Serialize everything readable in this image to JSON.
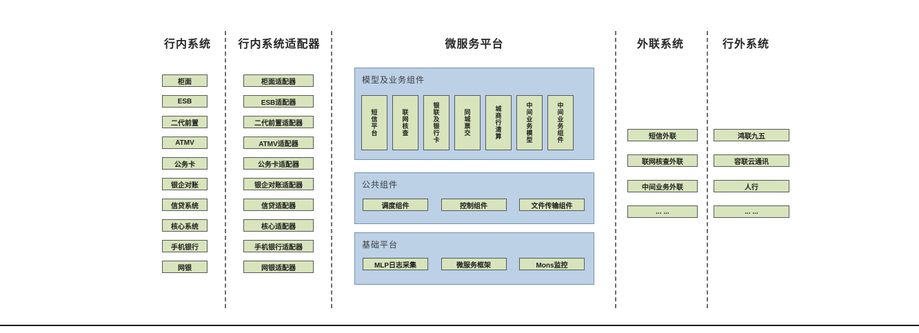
{
  "diagram": {
    "columns": {
      "internal": {
        "title": "行内系统",
        "items": [
          "柜面",
          "ESB",
          "二代前置",
          "ATMV",
          "公务卡",
          "银企对账",
          "信贷系统",
          "核心系统",
          "手机银行",
          "网银"
        ]
      },
      "adapters": {
        "title": "行内系统适配器",
        "items": [
          "柜面适配器",
          "ESB适配器",
          "二代前置适配器",
          "ATMV适配器",
          "公务卡适配器",
          "银企对账适配器",
          "信贷适配器",
          "核心适配器",
          "手机银行适配器",
          "网银适配器"
        ]
      },
      "microservice": {
        "title": "微服务平台",
        "sections": [
          {
            "label": "模型及业务组件",
            "items": [
              "短信平台",
              "联网核查",
              "银联及银行卡",
              "同城票交",
              "城商行清算",
              "中间业务模型",
              "中间业务组件"
            ]
          },
          {
            "label": "公共组件",
            "items": [
              "调度组件",
              "控制组件",
              "文件传输组件"
            ]
          },
          {
            "label": "基础平台",
            "items": [
              "MLP日志采集",
              "微服务框架",
              "Mons监控"
            ]
          }
        ]
      },
      "outreach": {
        "title": "外联系统",
        "items": [
          "短信外联",
          "联网核查外联",
          "中间业务外联",
          "... ..."
        ]
      },
      "external": {
        "title": "行外系统",
        "items": [
          "鸿联九五",
          "容联云通讯",
          "人行",
          "... ..."
        ]
      }
    },
    "colors": {
      "box_fill": "#d8e4bc",
      "box_border": "#54585a",
      "panel_fill": "#bcd0e6",
      "panel_border": "#7490ab",
      "divider": "#6b6b6b",
      "bottom_rule": "#1a1a1a"
    }
  }
}
